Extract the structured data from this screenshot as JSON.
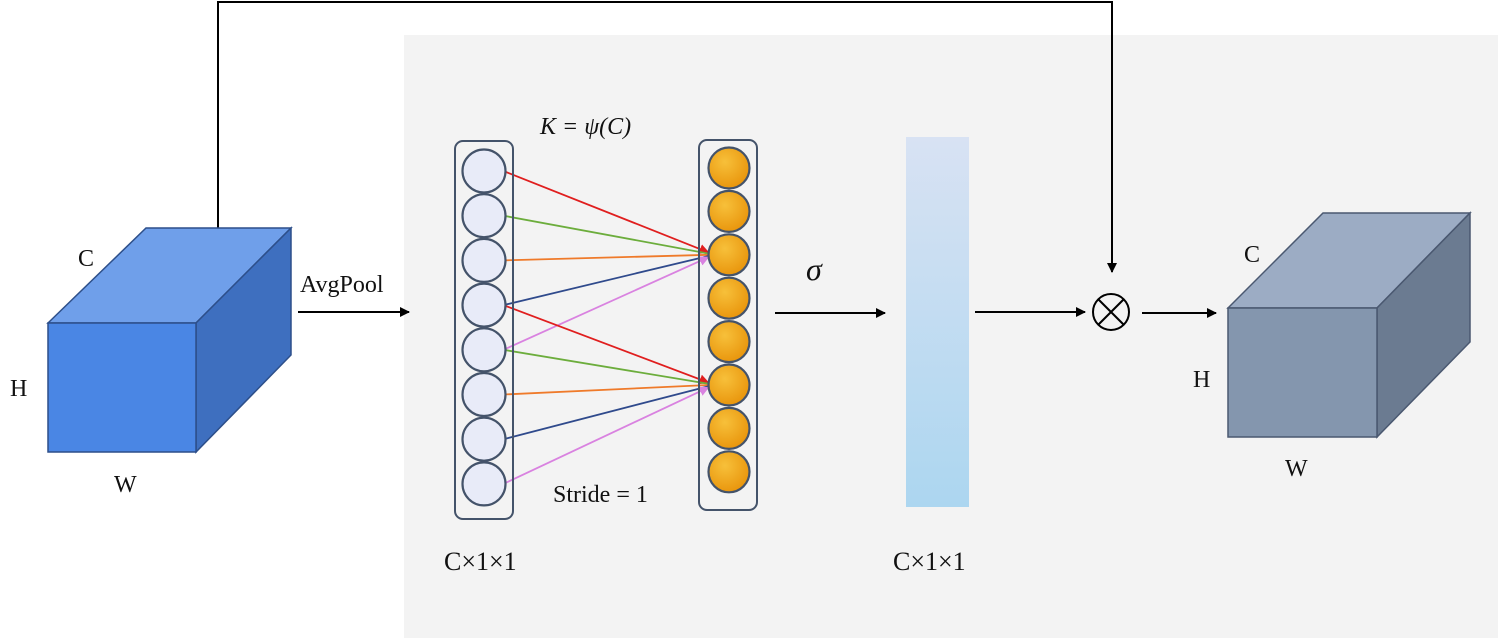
{
  "colors": {
    "panel_bg": "#f3f3f3",
    "input_cube_front": "#4a86e4",
    "input_cube_top": "#6f9fea",
    "input_cube_side": "#3e6fbf",
    "output_cube_front": "#8496ae",
    "output_cube_top": "#9cacc4",
    "output_cube_side": "#6b7b91",
    "input_node_fill": "#e8ebf8",
    "output_node_fill": "#f2a20e",
    "attention_bar_top": "#d8e2f3",
    "attention_bar_bottom": "#acd6f0",
    "edge_red": "#e01e1e",
    "edge_green": "#6cad3c",
    "edge_orange": "#ef7a2a",
    "edge_blue": "#2f4a8c",
    "edge_violet": "#d982e0"
  },
  "labels": {
    "input_c": "C",
    "input_h": "H",
    "input_w": "W",
    "avgpool": "AvgPool",
    "kernel_formula": "K = ψ(C)",
    "stride": "Stride = 1",
    "sigma": "σ",
    "dims_left": "C×1×1",
    "dims_right": "C×1×1",
    "multiply_symbol": "⊗",
    "output_c": "C",
    "output_h": "H",
    "output_w": "W"
  },
  "network": {
    "input_node_count": 8,
    "output_node_count": 8
  }
}
